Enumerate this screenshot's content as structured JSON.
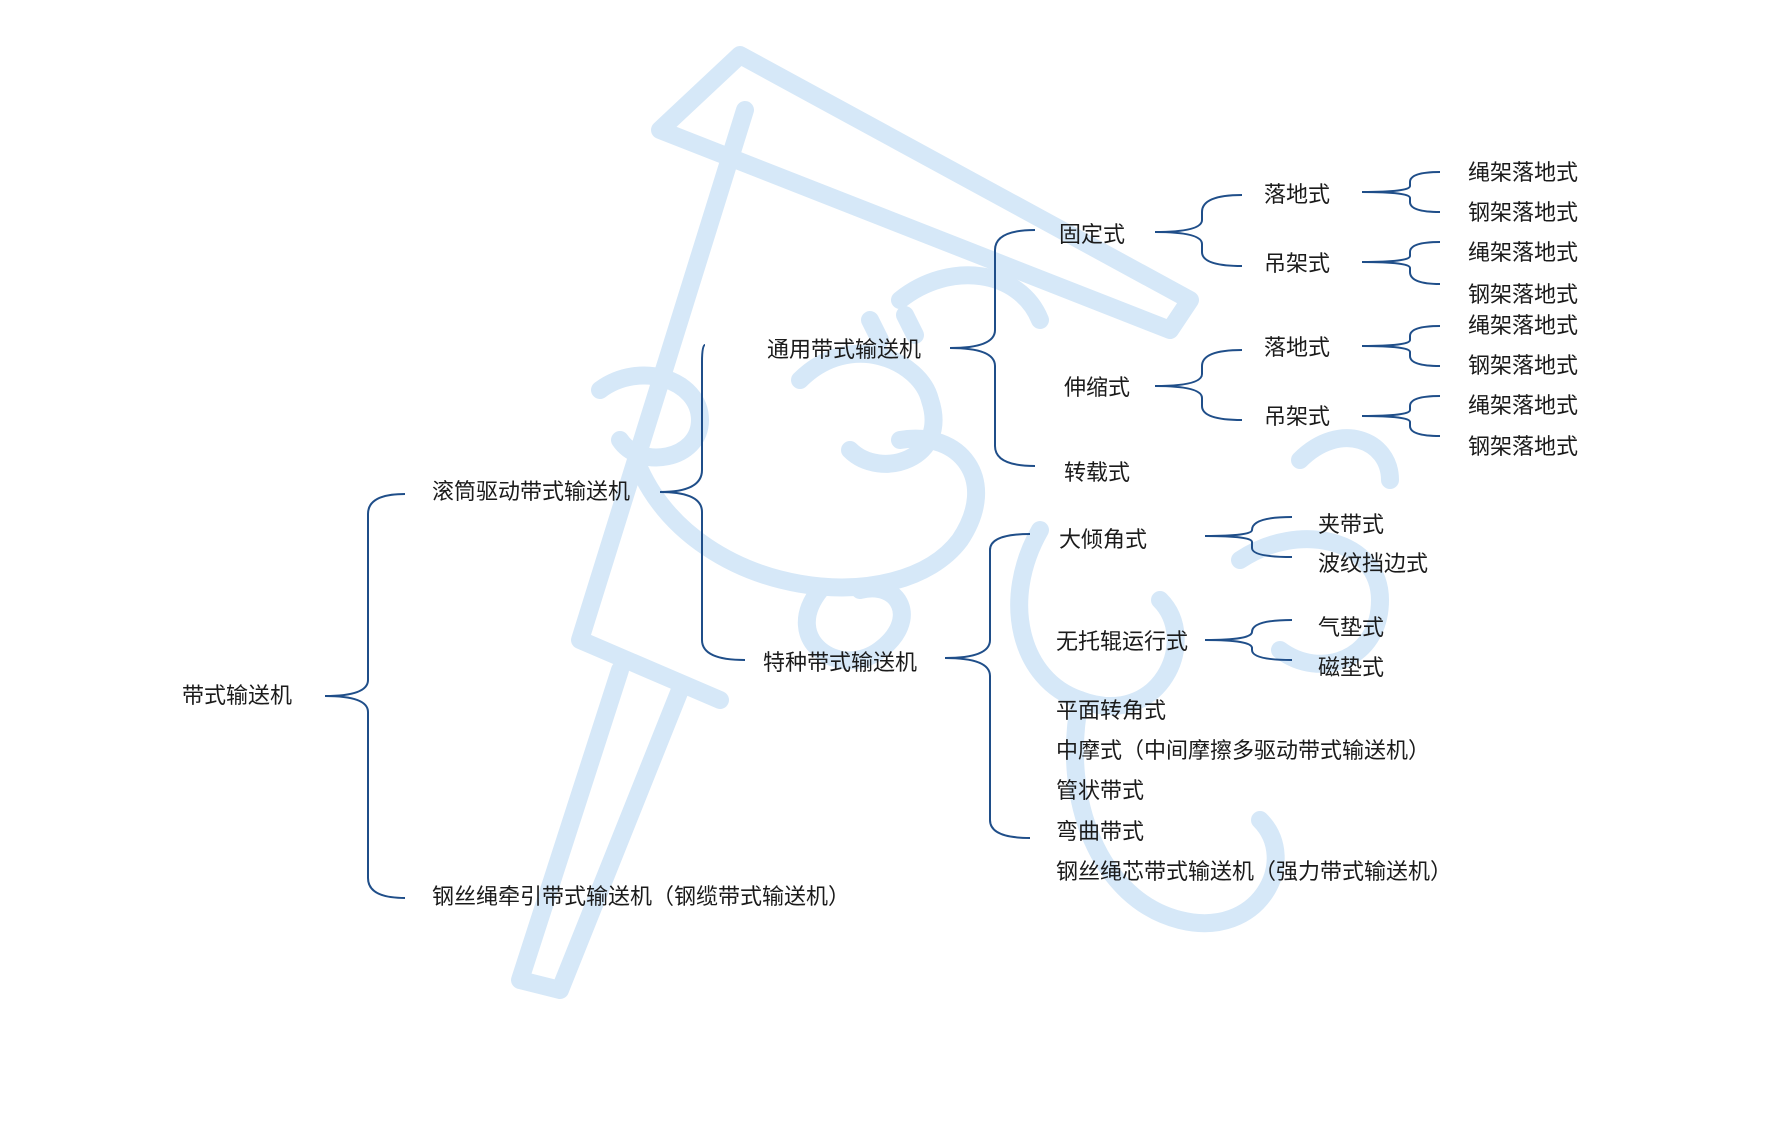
{
  "diagram": {
    "root": "带式输送机",
    "level1": {
      "drum": "滚筒驱动带式输送机",
      "wire": "钢丝绳牵引带式输送机（钢缆带式输送机）"
    },
    "level2": {
      "general": "通用带式输送机",
      "special": "特种带式输送机"
    },
    "general_children": {
      "fixed": "固定式",
      "telescopic": "伸缩式",
      "transfer": "转载式"
    },
    "fixed_children": {
      "floor": "落地式",
      "hang": "吊架式"
    },
    "telescopic_children": {
      "floor": "落地式",
      "hang": "吊架式"
    },
    "leaves": {
      "fixed_floor": [
        "绳架落地式",
        "钢架落地式"
      ],
      "fixed_hang": [
        "绳架落地式",
        "钢架落地式"
      ],
      "tele_floor": [
        "绳架落地式",
        "钢架落地式"
      ],
      "tele_hang": [
        "绳架落地式",
        "钢架落地式"
      ]
    },
    "special_children": {
      "steep": "大倾角式",
      "no_idler": "无托辊运行式",
      "plane_turn": "平面转角式",
      "midfriction": "中摩式（中间摩擦多驱动带式输送机）",
      "pipe": "管状带式",
      "curved": "弯曲带式",
      "steel_cord": "钢丝绳芯带式输送机（强力带式输送机）"
    },
    "steep_children": [
      "夹带式",
      "波纹挡边式"
    ],
    "no_idler_children": [
      "气垫式",
      "磁垫式"
    ]
  },
  "colors": {
    "line": "#1f4e89",
    "text": "#1b1b1b",
    "watermark": "#d6e8f8"
  }
}
